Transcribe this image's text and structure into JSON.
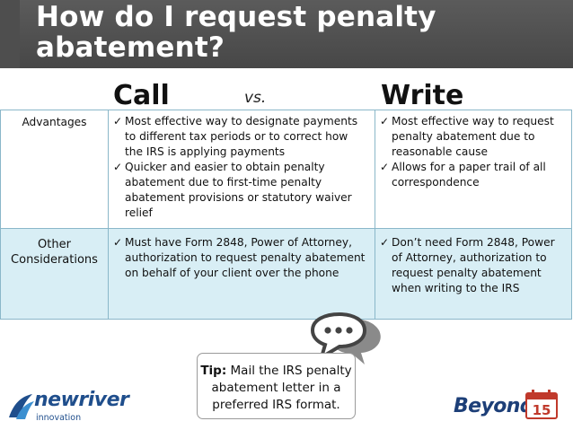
{
  "slide": {
    "title_line1": "How do I request penalty",
    "title_line2": "abatement?"
  },
  "columns": {
    "call": "Call",
    "vs": "vs.",
    "write": "Write"
  },
  "rows": [
    {
      "label": "Advantages",
      "call": [
        "Most effective way to designate payments to different tax periods or to correct how the IRS is applying payments",
        "Quicker and easier to obtain penalty abatement due to first-time penalty abatement provisions or statutory waiver relief"
      ],
      "write": [
        "Most effective  way to request penalty abatement due to reasonable cause",
        "Allows for a paper trail of all correspondence"
      ]
    },
    {
      "label": "Other Considerations",
      "call": [
        "Must have Form 2848, Power of Attorney, authorization to request penalty abatement on behalf of your client over the phone"
      ],
      "write": [
        "Don’t need Form 2848, Power of Attorney, authorization to request penalty abatement when writing to the IRS"
      ]
    }
  ],
  "check_glyph": "✓",
  "tip": {
    "label": "Tip:",
    "text": "Mail the IRS penalty abatement letter in a preferred IRS format."
  },
  "logos": {
    "left_name": "newriver",
    "left_sub": "innovation",
    "right_name": "Beyond4",
    "right_cal": "15"
  },
  "colors": {
    "title_bar": "#505050",
    "table_border": "#8ab7c9",
    "shaded_row": "#d8eef5",
    "label_text": "#3c7a95",
    "logo_blue": "#1f4e8c"
  },
  "icons": [
    "speech-bubbles-icon",
    "newriver-logo-icon",
    "calendar-icon"
  ]
}
